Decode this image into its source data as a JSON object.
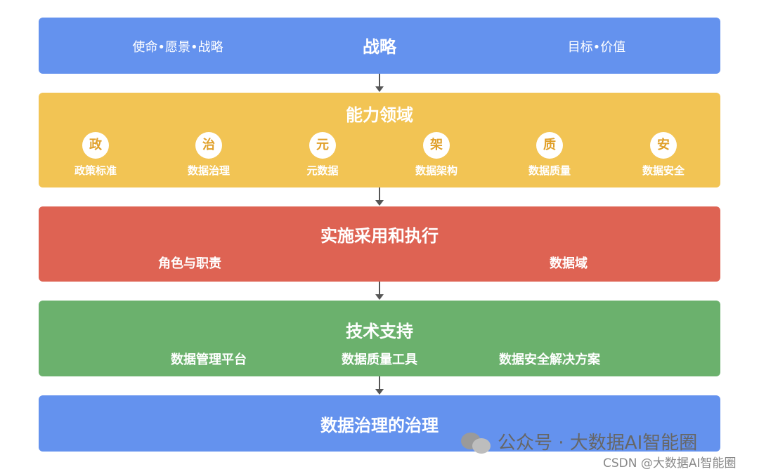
{
  "strategy": {
    "title": "战略",
    "left": "使命•愿景•战略",
    "right": "目标•价值"
  },
  "capabilities": {
    "title": "能力领域",
    "items": [
      {
        "glyph": "政",
        "label": "政策标准"
      },
      {
        "glyph": "治",
        "label": "数据治理"
      },
      {
        "glyph": "元",
        "label": "元数据"
      },
      {
        "glyph": "架",
        "label": "数据架构"
      },
      {
        "glyph": "质",
        "label": "数据质量"
      },
      {
        "glyph": "安",
        "label": "数据安全"
      }
    ]
  },
  "execution": {
    "title": "实施采用和执行",
    "left": "角色与职责",
    "right": "数据域"
  },
  "tech": {
    "title": "技术支持",
    "items": [
      "数据管理平台",
      "数据质量工具",
      "数据安全解决方案"
    ]
  },
  "meta": {
    "title": "数据治理的治理"
  },
  "watermark": {
    "main": "公众号 · 大数据AI智能圈",
    "sub": "CSDN @大数据AI智能圈",
    "icon": "wechat-icon"
  },
  "colors": {
    "blue": "#6492ee",
    "yellow": "#f2c454",
    "red": "#de6353",
    "green": "#6bb16d"
  }
}
